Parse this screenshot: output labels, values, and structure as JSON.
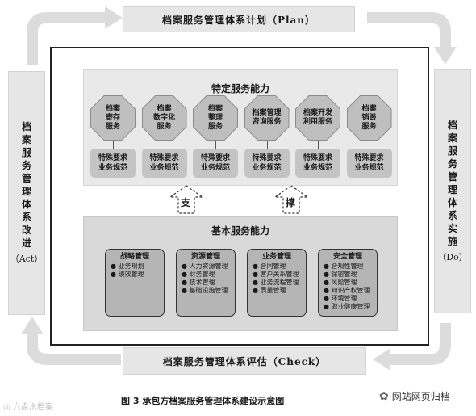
{
  "cycle": {
    "plan": "档案服务管理体系计划（Plan）",
    "do_chars": [
      "档",
      "案",
      "服",
      "务",
      "管",
      "理",
      "体",
      "系",
      "实",
      "施"
    ],
    "do_sub": "（Do）",
    "check": "档案服务管理体系评估（Check）",
    "act_chars": [
      "档",
      "案",
      "服",
      "务",
      "管",
      "理",
      "体",
      "系",
      "改",
      "进"
    ],
    "act_sub": "（Act）"
  },
  "special": {
    "title": "特定服务能力",
    "services": [
      {
        "l1": "档案",
        "l2": "寄存",
        "l3": "服务"
      },
      {
        "l1": "档案",
        "l2": "数字化",
        "l3": "服务"
      },
      {
        "l1": "档案",
        "l2": "整理",
        "l3": "服务"
      },
      {
        "l1": "档案管理",
        "l2": "咨询服务",
        "l3": ""
      },
      {
        "l1": "档案开发",
        "l2": "利用服务",
        "l3": ""
      },
      {
        "l1": "档案",
        "l2": "销毁",
        "l3": "服务"
      }
    ],
    "requirement_l1": "特殊要求",
    "requirement_l2": "业务规范"
  },
  "support": {
    "left": "支",
    "right": "撑"
  },
  "basic": {
    "title": "基本服务能力",
    "groups": [
      {
        "title": "战略管理",
        "items": [
          "● 业务规划",
          "● 绩效管理"
        ]
      },
      {
        "title": "资源管理",
        "items": [
          "● 人力资源管理",
          "● 财务管理",
          "● 技术管理",
          "● 基础设施管理"
        ]
      },
      {
        "title": "业务管理",
        "items": [
          "● 合同管理",
          "● 客户关系管理",
          "● 业务流程管理",
          "● 质量管理"
        ]
      },
      {
        "title": "安全管理",
        "items": [
          "● 合规性管理",
          "● 保密管理",
          "● 风险管理",
          "● 知识产权管理",
          "● 环境管理",
          "● 职业健康管理"
        ]
      }
    ]
  },
  "caption": "图 3    承包方档案服务管理体系建设示意图",
  "watermark_left": "六盘水档案",
  "watermark_right": "网站网页归档"
}
